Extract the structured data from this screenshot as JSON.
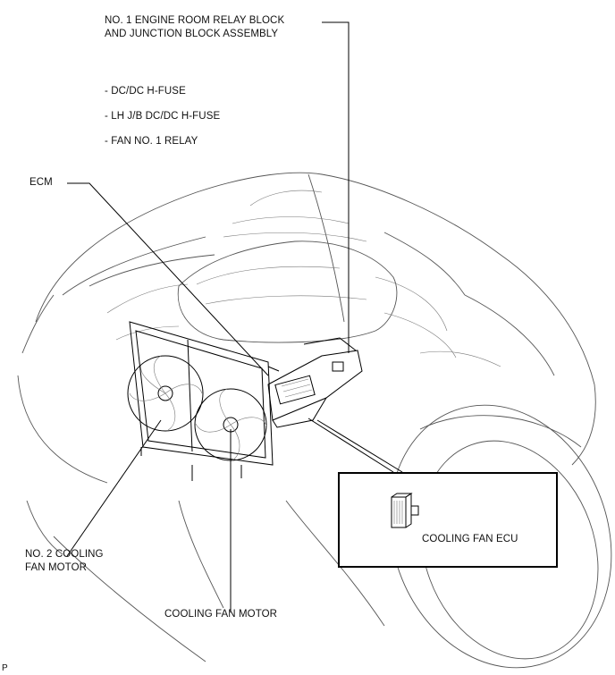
{
  "labels": {
    "relay_block_line1": "NO. 1 ENGINE ROOM RELAY BLOCK",
    "relay_block_line2": "AND JUNCTION BLOCK ASSEMBLY",
    "item_dcdc": "- DC/DC H-FUSE",
    "item_lhjb": "- LH J/B DC/DC H-FUSE",
    "item_fan_relay": "- FAN NO. 1 RELAY",
    "ecm": "ECM",
    "no2_fan_line1": "NO. 2 COOLING",
    "no2_fan_line2": "FAN MOTOR",
    "cooling_fan_motor": "COOLING FAN MOTOR",
    "cooling_fan_ecu": "COOLING FAN ECU",
    "corner_mark": "P"
  }
}
